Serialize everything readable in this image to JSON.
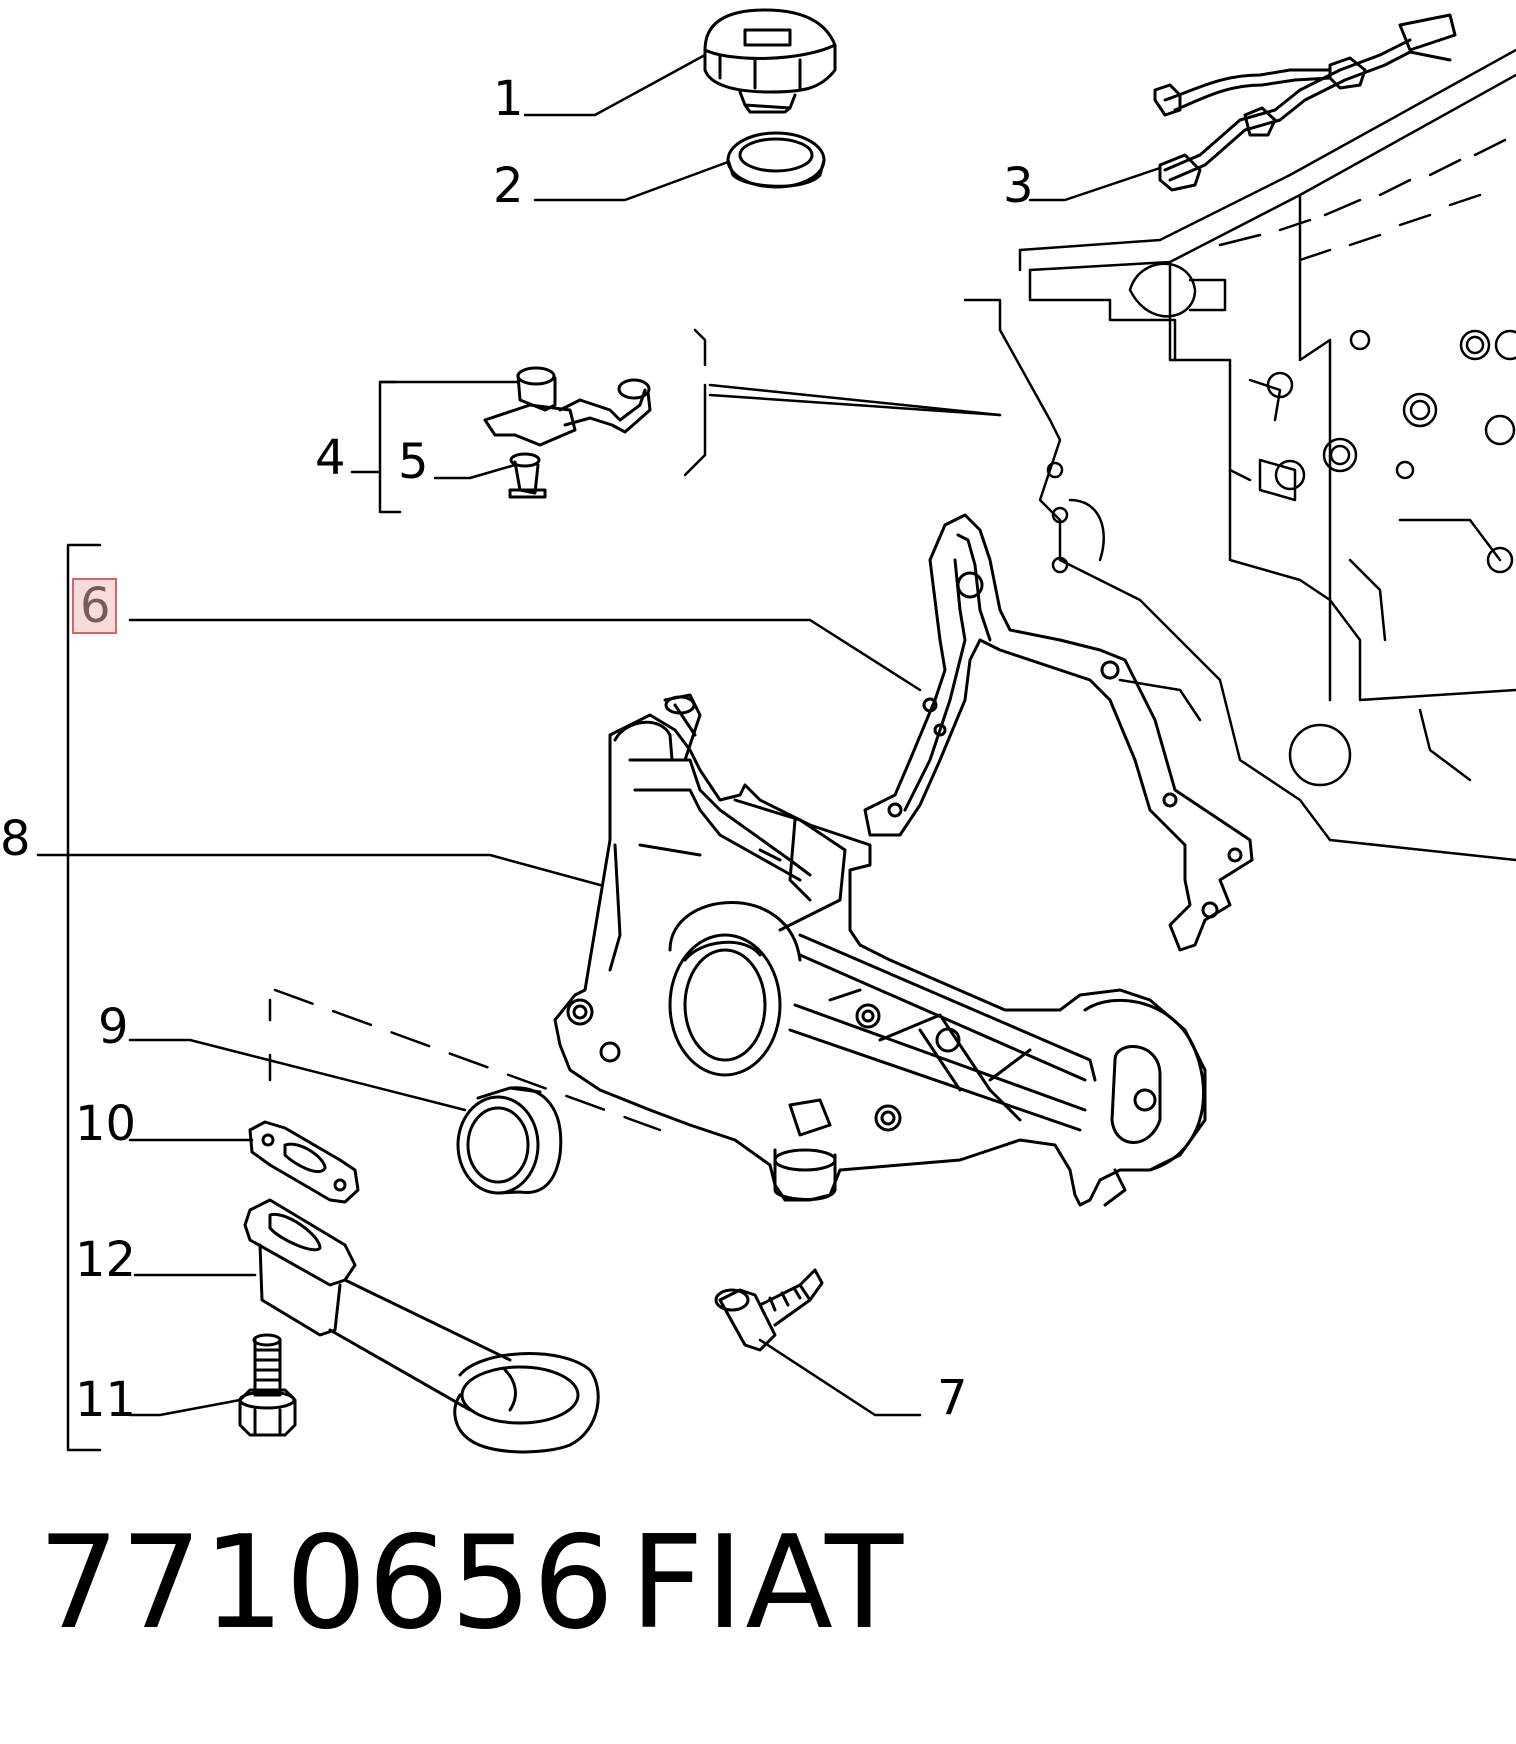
{
  "callouts": {
    "c1": "1",
    "c2": "2",
    "c3": "3",
    "c4": "4",
    "c5": "5",
    "c6": "6",
    "c7": "7",
    "c8": "8",
    "c9": "9",
    "c10": "10",
    "c11": "11",
    "c12": "12"
  },
  "highlighted_callout": "6",
  "footer": {
    "part_number": "7710656",
    "brand": "FIAT"
  },
  "colors": {
    "line": "#000000",
    "highlight_fill": "#f6dcdc",
    "highlight_border": "#e06060"
  }
}
